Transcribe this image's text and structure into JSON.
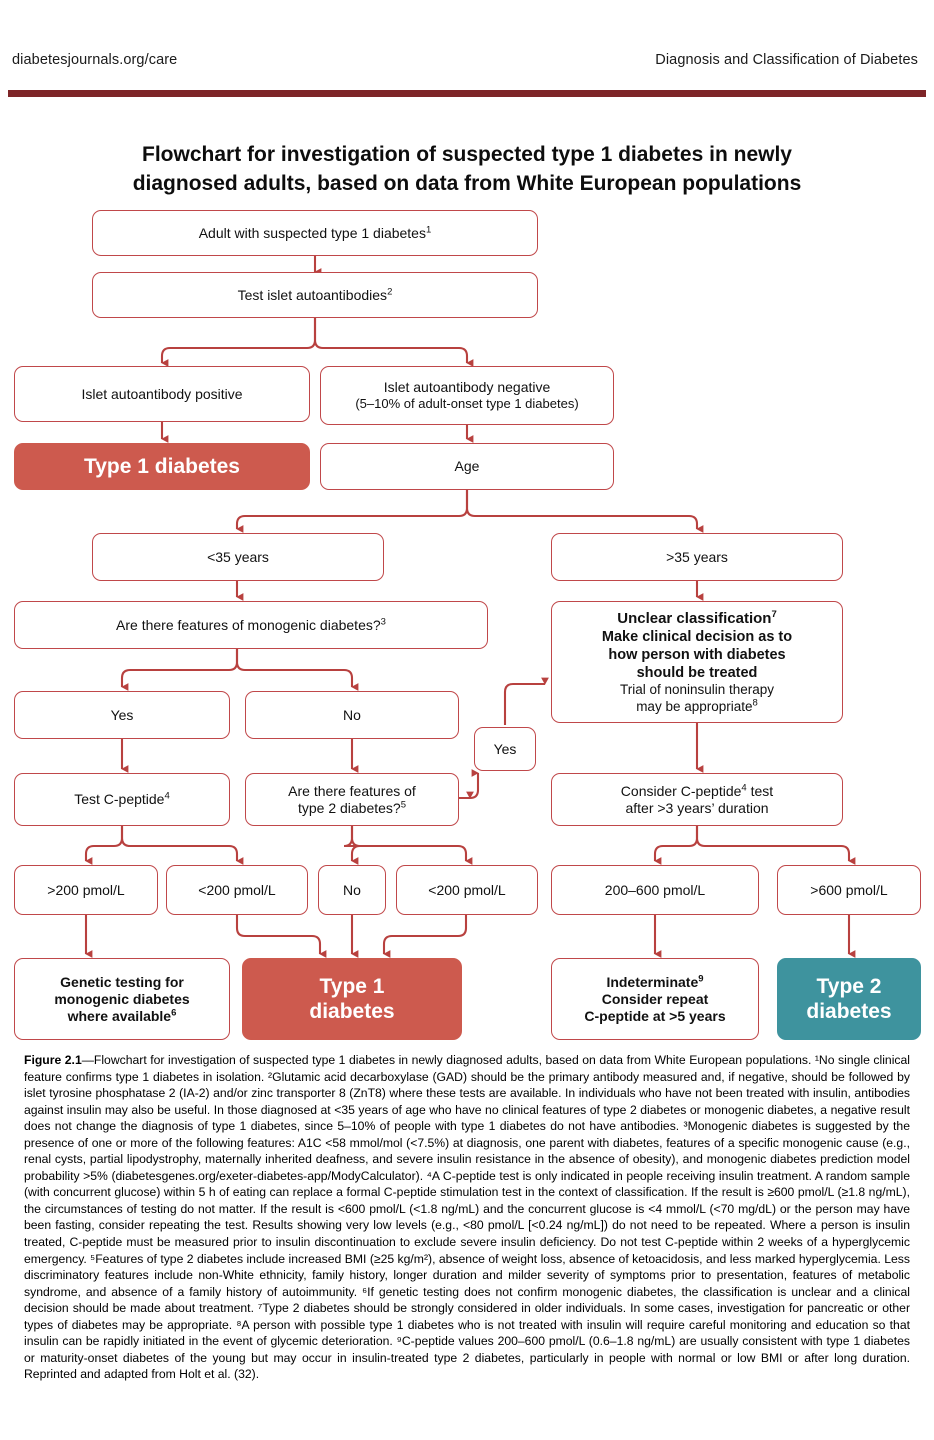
{
  "header": {
    "left": "diabetesjournals.org/care",
    "right": "Diagnosis and Classification of Diabetes"
  },
  "figure": {
    "title_line1": "Flowchart for investigation of suspected type 1 diabetes in newly",
    "title_line2": "diagnosed adults, based on data from White European populations"
  },
  "colors": {
    "border_red": "#c0484a",
    "fill_red": "#cd5a4e",
    "fill_teal": "#3e939e",
    "header_rule": "#7e2528"
  },
  "flow": {
    "nodes": {
      "adult_suspected": {
        "text": "Adult with suspected type 1 diabetes",
        "sup": "1"
      },
      "test_autoantibodies": {
        "text": "Test islet autoantibodies",
        "sup": "2"
      },
      "aab_positive": {
        "text": "Islet autoantibody positive"
      },
      "aab_negative_l1": {
        "text": "Islet autoantibody negative"
      },
      "aab_negative_l2": {
        "text": "(5–10% of adult-onset type 1 diabetes)"
      },
      "type1_left": {
        "text": "Type 1 diabetes"
      },
      "age": {
        "text": "Age"
      },
      "under35": {
        "text": "<35 years"
      },
      "over35": {
        "text": ">35 years"
      },
      "monogenic_q": {
        "text": "Are there features of monogenic diabetes?",
        "sup": "3"
      },
      "unclear_l1": {
        "text": "Unclear classification",
        "sup": "7"
      },
      "unclear_l2": {
        "text": "Make clinical decision as to"
      },
      "unclear_l3": {
        "text": "how person with diabetes"
      },
      "unclear_l4": {
        "text": "should be treated"
      },
      "unclear_l5": {
        "text": "Trial of noninsulin therapy"
      },
      "unclear_l6": {
        "text": "may be appropriate",
        "sup": "8"
      },
      "yes_mono": {
        "text": "Yes"
      },
      "no_mono": {
        "text": "No"
      },
      "yes_connector": {
        "text": "Yes"
      },
      "test_cpeptide": {
        "text": "Test C-peptide",
        "sup": "4"
      },
      "type2_q_l1": {
        "text": "Are there features of"
      },
      "type2_q_l2": {
        "text": "type 2 diabetes?",
        "sup": "5"
      },
      "consider_cpep_l1_a": {
        "text": "Consider C-peptide"
      },
      "consider_cpep_l1_sup": "4",
      "consider_cpep_l1_b": {
        "text": " test"
      },
      "consider_cpep_l2": {
        "text": "after >3 years’ duration"
      },
      "gt200": {
        "text": ">200 pmol/L"
      },
      "lt200_a": {
        "text": "<200 pmol/L"
      },
      "no_type2": {
        "text": "No"
      },
      "lt200_b": {
        "text": "<200 pmol/L"
      },
      "range200_600": {
        "text": "200–600 pmol/L"
      },
      "gt600": {
        "text": ">600 pmol/L"
      },
      "genetic_l1": {
        "text": "Genetic testing for"
      },
      "genetic_l2": {
        "text": "monogenic diabetes"
      },
      "genetic_l3": {
        "text": "where available",
        "sup": "6"
      },
      "type1_mid_l1": {
        "text": "Type 1"
      },
      "type1_mid_l2": {
        "text": "diabetes"
      },
      "indeterminate_l1": {
        "text": "Indeterminate",
        "sup": "9"
      },
      "indeterminate_l2": {
        "text": "Consider repeat"
      },
      "indeterminate_l3": {
        "text": "C-peptide at >5 years"
      },
      "type2_out_l1": {
        "text": "Type 2"
      },
      "type2_out_l2": {
        "text": "diabetes"
      }
    }
  },
  "caption": {
    "label": "Figure 2.1",
    "body": "—Flowchart for investigation of suspected type 1 diabetes in newly diagnosed adults, based on data from White European populations. ¹No single clinical feature confirms type 1 diabetes in isolation. ²Glutamic acid decarboxylase (GAD) should be the primary antibody measured and, if negative, should be followed by islet tyrosine phosphatase 2 (IA-2) and/or zinc transporter 8 (ZnT8) where these tests are available. In individuals who have not been treated with insulin, antibodies against insulin may also be useful. In those diagnosed at <35 years of age who have no clinical features of type 2 diabetes or monogenic diabetes, a negative result does not change the diagnosis of type 1 diabetes, since 5–10% of people with type 1 diabetes do not have antibodies. ³Monogenic diabetes is suggested by the presence of one or more of the following features: A1C <58 mmol/mol (<7.5%) at diagnosis, one parent with diabetes, features of a specific monogenic cause (e.g., renal cysts, partial lipodystrophy, maternally inherited deafness, and severe insulin resistance in the absence of obesity), and monogenic diabetes prediction model probability >5% (diabetesgenes.org/exeter-diabetes-app/ModyCalculator). ⁴A C-peptide test is only indicated in people receiving insulin treatment. A random sample (with concurrent glucose) within 5 h of eating can replace a formal C-peptide stimulation test in the context of classification. If the result is ≥600 pmol/L (≥1.8 ng/mL), the circumstances of testing do not matter. If the result is <600 pmol/L (<1.8 ng/mL) and the concurrent glucose is <4 mmol/L (<70 mg/dL) or the person may have been fasting, consider repeating the test. Results showing very low levels (e.g., <80 pmol/L [<0.24 ng/mL]) do not need to be repeated. Where a person is insulin treated, C-peptide must be measured prior to insulin discontinuation to exclude severe insulin deficiency. Do not test C-peptide within 2 weeks of a hyperglycemic emergency. ⁵Features of type 2 diabetes include increased BMI (≥25 kg/m²), absence of weight loss, absence of ketoacidosis, and less marked hyperglycemia. Less discriminatory features include non-White ethnicity, family history, longer duration and milder severity of symptoms prior to presentation, features of metabolic syndrome, and absence of a family history of autoimmunity. ⁶If genetic testing does not confirm monogenic diabetes, the classification is unclear and a clinical decision should be made about treatment. ⁷Type 2 diabetes should be strongly considered in older individuals. In some cases, investigation for pancreatic or other types of diabetes may be appropriate. ⁸A person with possible type 1 diabetes who is not treated with insulin will require careful monitoring and education so that insulin can be rapidly initiated in the event of glycemic deterioration. ⁹C-peptide values 200–600 pmol/L (0.6–1.8 ng/mL) are usually consistent with type 1 diabetes or maturity-onset diabetes of the young but may occur in insulin-treated type 2 diabetes, particularly in people with normal or low BMI or after long duration. Reprinted and adapted from Holt et al. (32)."
  }
}
